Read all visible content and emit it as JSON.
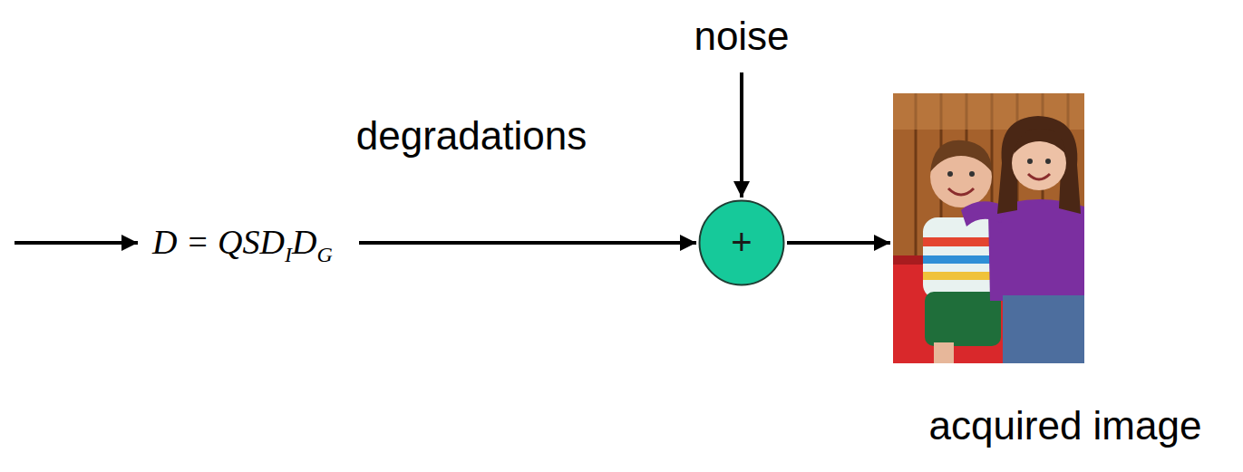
{
  "diagram": {
    "nodes": [
      {
        "text": [
          "+"
        ]
      }
    ],
    "labels": [
      "degradations",
      "D = QSD",
      "I",
      "D",
      "G",
      "noise",
      "acquired image"
    ]
  }
}
